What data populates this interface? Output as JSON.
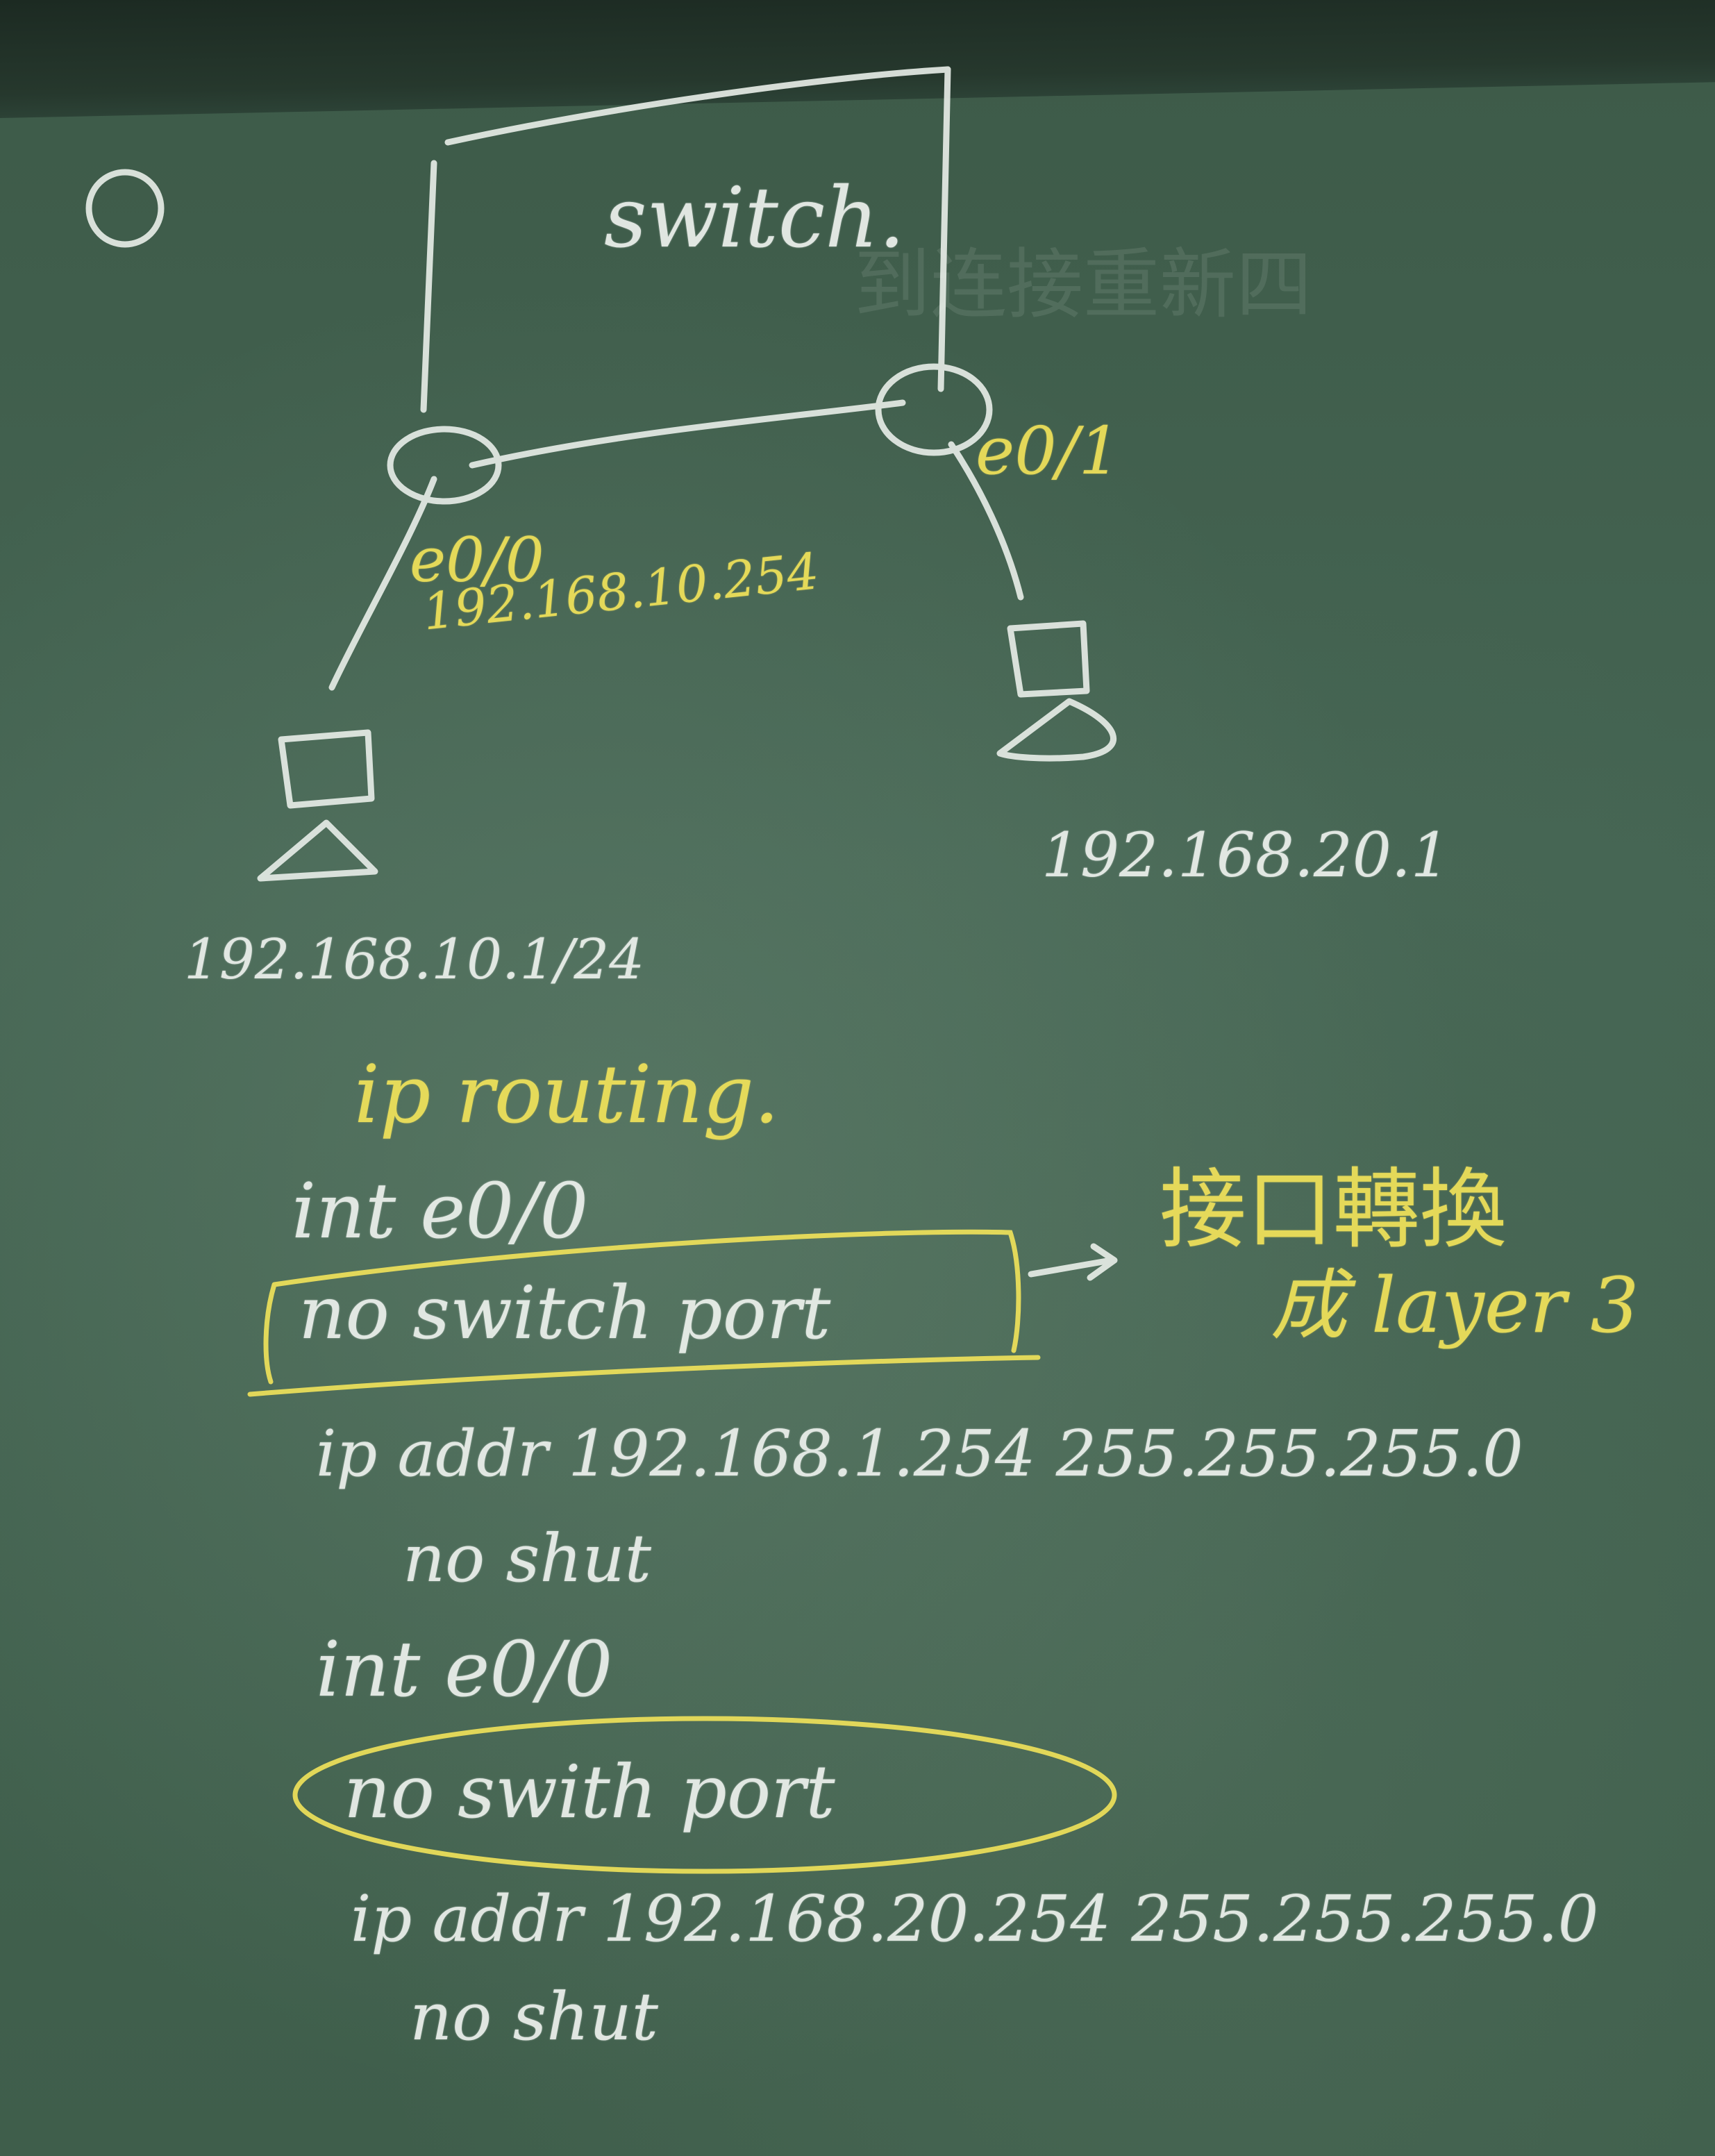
{
  "diagram": {
    "step_mark": "②",
    "switch_label": "switch.",
    "left_port": "e0/0",
    "left_gateway_ip": "192.168.10.254",
    "right_port": "e0/1",
    "left_host_ip": "192.168.10.1/24",
    "right_host_ip": "192.168.20.1"
  },
  "config": {
    "ip_routing": "ip routing.",
    "block1": {
      "int": "int e0/0",
      "no_switchport": "no switch port",
      "ip_addr": "ip addr 192.168.1.254 255.255.255.0",
      "no_shut": "no shut"
    },
    "note": {
      "line1": "接口轉換",
      "line2": "成 layer 3"
    },
    "block2": {
      "int": "int e0/0",
      "no_switchport": "no swith port",
      "ip_addr": "ip addr 192.168.20.254 255.255.255.0",
      "no_shut": "no shut"
    }
  },
  "ghost_text": "到连接重新四",
  "colors": {
    "chalk_white": "#eef2ee",
    "chalk_yellow": "#f2e35a",
    "board_green": "#456553"
  }
}
